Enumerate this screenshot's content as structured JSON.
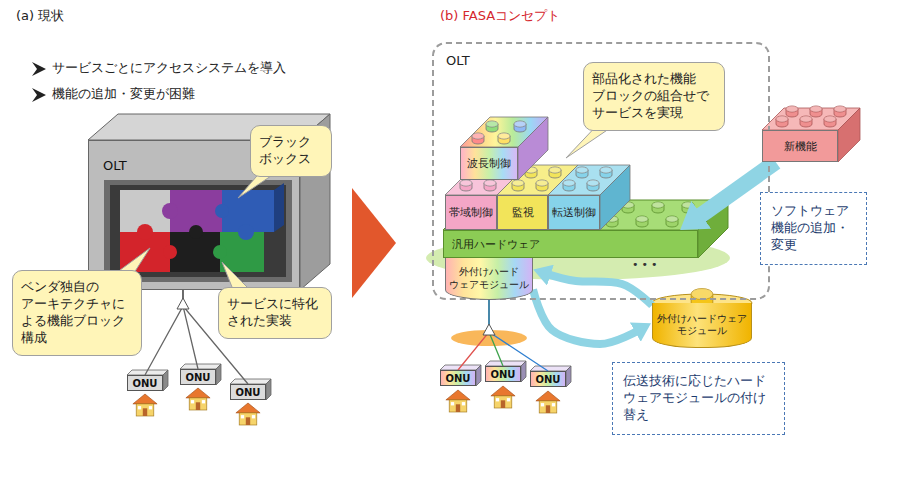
{
  "diagram": {
    "nodes": [
      {
        "text": [
          "OLT"
        ]
      },
      {
        "text": [
          "ブラック ボックス"
        ]
      },
      {
        "text": [
          "ベンダ独自の アーキテクチャに よる機能ブロック 構成"
        ]
      },
      {
        "text": [
          "サービスに特化 された実装"
        ]
      },
      {
        "text": [
          "ONU"
        ]
      },
      {
        "text": [
          "ONU"
        ]
      },
      {
        "text": [
          "ONU"
        ]
      },
      {
        "text": [
          "OLT"
        ]
      },
      {
        "text": [
          "部品化された機能 ブロックの組合せで サービスを実現"
        ],
        "in": 7
      },
      {
        "text": [
          "波長制御"
        ],
        "in": 7
      },
      {
        "text": [
          "帯域制御"
        ],
        "in": 7
      },
      {
        "text": [
          "監視"
        ],
        "in": 7
      },
      {
        "text": [
          "転送制御"
        ],
        "in": 7
      },
      {
        "text": [
          "汎用ハードウェア"
        ],
        "in": 7
      },
      {
        "text": [
          "外付けハード ウェアモジュール"
        ],
        "in": 7
      },
      {
        "text": [
          "新機能"
        ]
      },
      {
        "text": [
          "ソフトウェア 機能の追加・ 変更"
        ]
      },
      {
        "text": [
          "外付けハードウェア モジュール"
        ]
      },
      {
        "text": [
          "伝送技術に応じたハード ウェアモジュールの付け 替え"
        ]
      },
      {
        "text": [
          "ONU"
        ]
      },
      {
        "text": [
          "ONU"
        ]
      },
      {
        "text": [
          "ONU"
        ]
      }
    ],
    "edges": [
      {
        "from": 0,
        "to": 4,
        "arrow": "none"
      },
      {
        "from": 0,
        "to": 5,
        "arrow": "none"
      },
      {
        "from": 0,
        "to": 6,
        "arrow": "none"
      },
      {
        "from": 15,
        "to": 13,
        "arrow": "to"
      },
      {
        "from": 14,
        "to": 17,
        "arrow": "to"
      },
      {
        "from": 17,
        "to": 14,
        "arrow": "to"
      },
      {
        "from": 14,
        "to": 19,
        "arrow": "none"
      },
      {
        "from": 14,
        "to": 20,
        "arrow": "none"
      },
      {
        "from": 14,
        "to": 21,
        "arrow": "none"
      }
    ],
    "labels": [
      "(a) 現状",
      "サービスごとにアクセスシステムを導入",
      "機能の追加・変更が困難",
      "(b) FASAコンセプト",
      "•••"
    ]
  }
}
